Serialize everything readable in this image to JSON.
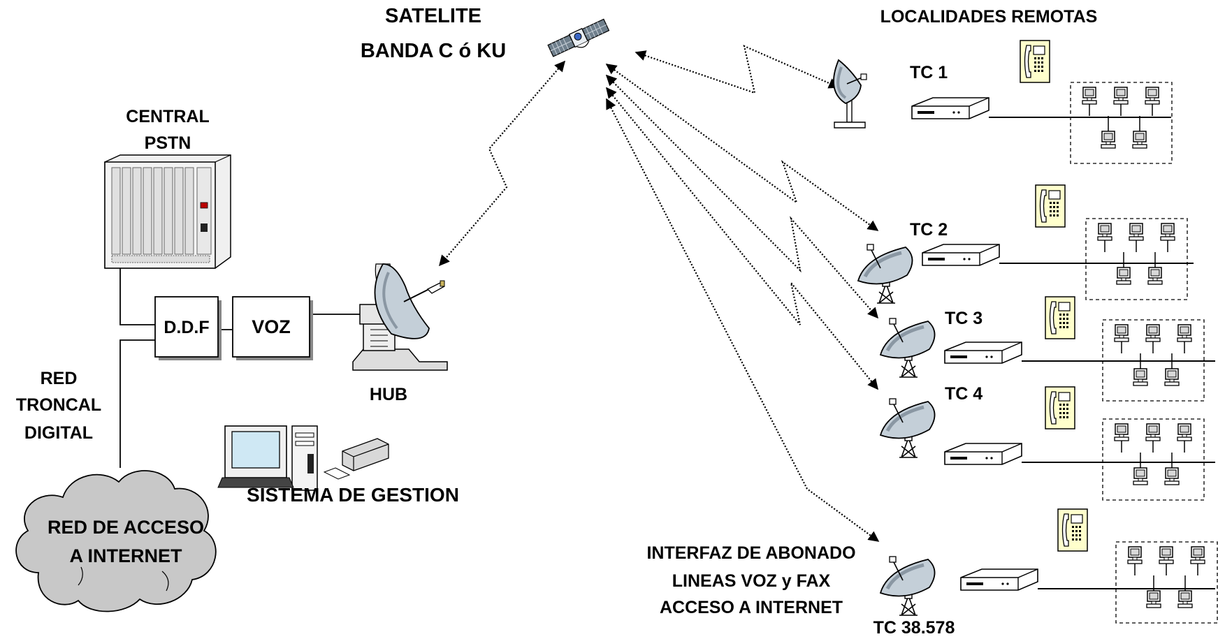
{
  "satellite": {
    "line1": "SATELITE",
    "line2": "BANDA C ó KU"
  },
  "remote_title": "LOCALIDADES REMOTAS",
  "central": {
    "line1": "CENTRAL",
    "line2": "PSTN"
  },
  "ddf_label": "D.D.F",
  "voz_label": "VOZ",
  "hub_label": "HUB",
  "red_troncal": {
    "line1": "RED",
    "line2": "TRONCAL",
    "line3": "DIGITAL"
  },
  "gestion_label": "SISTEMA DE GESTION",
  "cloud": {
    "line1": "RED DE ACCESO",
    "line2": "A INTERNET"
  },
  "interfaz": {
    "line1": "INTERFAZ DE ABONADO",
    "line2": "LINEAS  VOZ y FAX",
    "line3": "ACCESO A INTERNET"
  },
  "terminals": [
    "TC 1",
    "TC 2",
    "TC 3",
    "TC 4",
    "TC 38.578"
  ],
  "colors": {
    "phone_fill": "#ffffcc",
    "cloud_fill": "#c8c8c8",
    "dish_fill": "#c4cfd8"
  }
}
